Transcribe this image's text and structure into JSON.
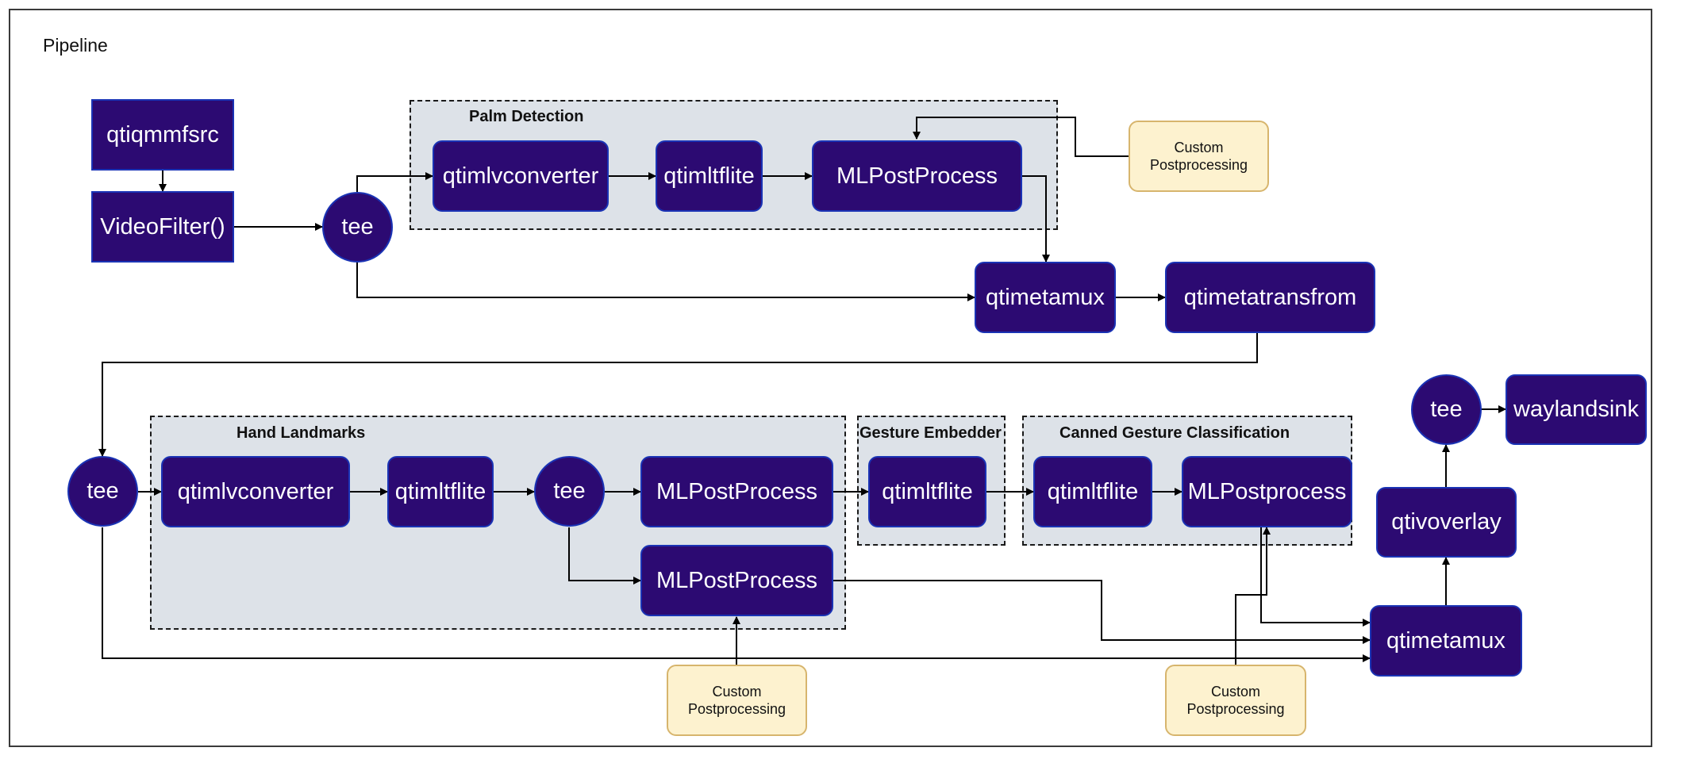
{
  "title": "Pipeline",
  "groups": {
    "palm": "Palm Detection",
    "hand": "Hand Landmarks",
    "embedder": "Gesture Embedder",
    "canned": "Canned Gesture Classification"
  },
  "nodes": {
    "src": "qtiqmmfsrc",
    "videofilter": "VideoFilter()",
    "tee1": "tee",
    "conv1": "qtimlvconverter",
    "tflite1": "qtimltflite",
    "post1": "MLPostProcess",
    "metamux1": "qtimetamux",
    "metatransform": "qtimetatransfrom",
    "tee2": "tee",
    "conv2": "qtimlvconverter",
    "tflite2": "qtimltflite",
    "tee3": "tee",
    "post2": "MLPostProcess",
    "post3": "MLPostProcess",
    "tflite3": "qtimltflite",
    "tflite4": "qtimltflite",
    "post4": "MLPostprocess",
    "metamux2": "qtimetamux",
    "overlay": "qtivoverlay",
    "tee4": "tee",
    "sink": "waylandsink"
  },
  "notes": {
    "note1": "Custom\nPostprocessing",
    "note2": "Custom\nPostprocessing",
    "note3": "Custom\nPostprocessing"
  },
  "colors": {
    "node_fill": "#2c0a72",
    "node_border": "#1a33b5",
    "group_fill": "#dde2e8",
    "note_fill": "#fdf2cf",
    "note_border": "#d7b56d"
  }
}
